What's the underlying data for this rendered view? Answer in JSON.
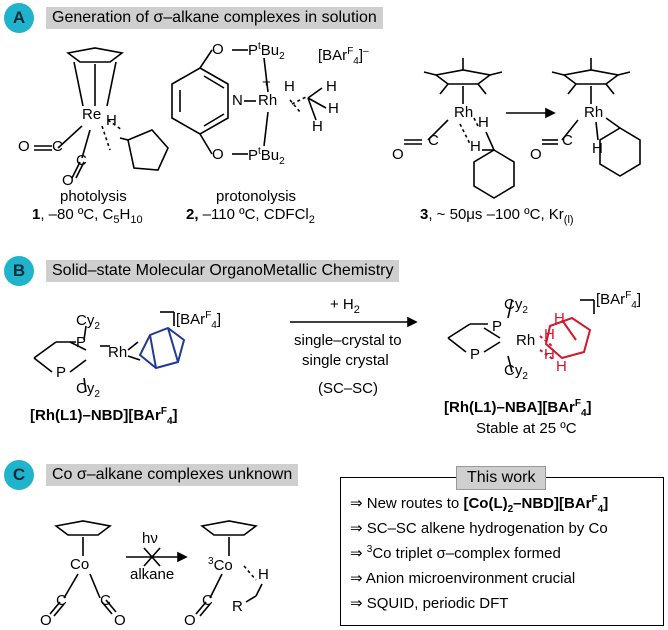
{
  "sectionA": {
    "badge": "A",
    "title": "Generation of σ–alkane complexes in solution",
    "c1": {
      "method": "photolysis",
      "num": "1",
      "cond": ", –80 ºC, C",
      "sub": "5",
      "tail": "H",
      "sub2": "10"
    },
    "c2": {
      "method": "protonolysis",
      "num": "2,",
      "cond": " –110 ºC, CDFCl",
      "sub": "2"
    },
    "c3": {
      "num": "3",
      "cond": ", ~ 50μs –100 ºC, Kr",
      "sub": "(l)"
    }
  },
  "sectionB": {
    "badge": "B",
    "title": "Solid–state Molecular OrganoMetallic Chemistry",
    "reagent": "+ H",
    "reagent_sub": "2",
    "cond1": "single–crystal to",
    "cond2": "single crystal",
    "cond3": "(SC–SC)",
    "left_name": "[Rh(L1)–NBD][BAr",
    "left_sup": "F",
    "left_sub": "4",
    "left_end": "]",
    "right_name": "[Rh(L1)–NBA][BAr",
    "right_sup": "F",
    "right_sub": "4",
    "right_end": "]",
    "stable": "Stable at 25 ºC"
  },
  "sectionC": {
    "badge": "C",
    "title": "Co σ–alkane complexes unknown",
    "hv": "hν",
    "alkane": "alkane"
  },
  "thiswork": {
    "title": "This work",
    "l1_a": "⇒ New routes to ",
    "l1_b": "[Co(L)",
    "l1_b_sub": "2",
    "l1_c": "–NBD][BAr",
    "l1_c_sup": "F",
    "l1_c_sub": "4",
    "l1_d": "]",
    "l2": "⇒ SC–SC alkene hydrogenation by Co",
    "l3_a": "⇒ ",
    "l3_sup": "3",
    "l3_b": "Co triplet σ–complex formed",
    "l4": "⇒ Anion microenvironment crucial",
    "l5": "⇒ SQUID, periodic DFT"
  },
  "atoms": {
    "Re": "Re",
    "H": "H",
    "O": "O",
    "C": "C",
    "N": "N",
    "Rh": "Rh",
    "Co": "Co",
    "R": "R",
    "P": "P",
    "Cy": "Cy",
    "tBu": "P",
    "BArF4": "[BAr"
  },
  "colors": {
    "badge": "#1fb3cc",
    "header_bg": "#cfcfcf",
    "blue": "#1f3a93",
    "red": "#d0192d"
  }
}
